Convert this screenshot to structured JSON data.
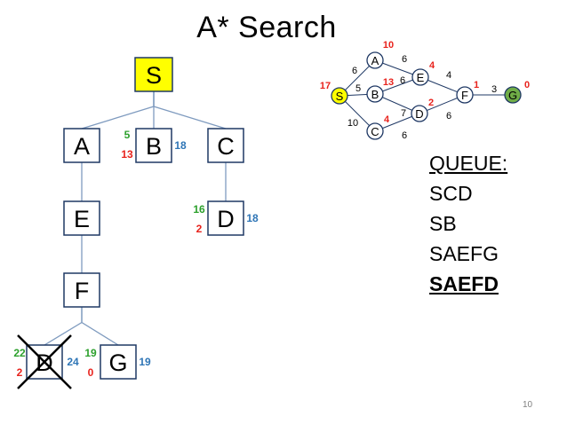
{
  "title": "A* Search",
  "page_number": "10",
  "colors": {
    "g_cost": "#2ca02c",
    "h_cost": "#e8231d",
    "f_cost": "#2e75b6",
    "start_fill": "#ffff00",
    "goal_fill": "#70ad47"
  },
  "search_tree": {
    "nodes": [
      {
        "id": "S",
        "label": "S",
        "highlight": "start"
      },
      {
        "id": "A",
        "label": "A"
      },
      {
        "id": "B",
        "label": "B",
        "g": "5",
        "h": "13",
        "f": "18"
      },
      {
        "id": "C",
        "label": "C"
      },
      {
        "id": "D1",
        "label": "D",
        "g": "16",
        "h": "2",
        "f": "18"
      },
      {
        "id": "E",
        "label": "E"
      },
      {
        "id": "F",
        "label": "F"
      },
      {
        "id": "D2",
        "label": "D",
        "g": "22",
        "h": "2",
        "f": "24",
        "crossed_out": true
      },
      {
        "id": "G",
        "label": "G",
        "g": "19",
        "h": "0",
        "f": "19"
      }
    ],
    "edges": [
      [
        "S",
        "A"
      ],
      [
        "S",
        "B"
      ],
      [
        "S",
        "C"
      ],
      [
        "C",
        "D1"
      ],
      [
        "A",
        "E"
      ],
      [
        "E",
        "F"
      ],
      [
        "F",
        "D2"
      ],
      [
        "F",
        "G"
      ]
    ]
  },
  "graph": {
    "nodes": [
      {
        "id": "S",
        "label": "S",
        "h": "17",
        "fill": "start"
      },
      {
        "id": "A",
        "label": "A",
        "h": "10"
      },
      {
        "id": "B",
        "label": "B",
        "h": "13"
      },
      {
        "id": "C",
        "label": "C",
        "h": "4"
      },
      {
        "id": "D",
        "label": "D",
        "h": "2"
      },
      {
        "id": "E",
        "label": "E",
        "h": "4"
      },
      {
        "id": "F",
        "label": "F",
        "h": "1"
      },
      {
        "id": "G",
        "label": "G",
        "h": "0",
        "fill": "goal"
      }
    ],
    "edges": [
      {
        "from": "S",
        "to": "A",
        "cost": "6"
      },
      {
        "from": "S",
        "to": "B",
        "cost": "5"
      },
      {
        "from": "S",
        "to": "C",
        "cost": "10"
      },
      {
        "from": "A",
        "to": "E",
        "cost": "6"
      },
      {
        "from": "B",
        "to": "E",
        "cost": "6"
      },
      {
        "from": "B",
        "to": "D",
        "cost": "7"
      },
      {
        "from": "C",
        "to": "D",
        "cost": "6"
      },
      {
        "from": "E",
        "to": "F",
        "cost": "4"
      },
      {
        "from": "D",
        "to": "F",
        "cost": "6"
      },
      {
        "from": "F",
        "to": "G",
        "cost": "3"
      }
    ]
  },
  "queue": {
    "heading": "QUEUE:",
    "entries": [
      "SCD",
      "SB",
      "SAEFG",
      "SAEFD"
    ],
    "current_index": 3
  }
}
